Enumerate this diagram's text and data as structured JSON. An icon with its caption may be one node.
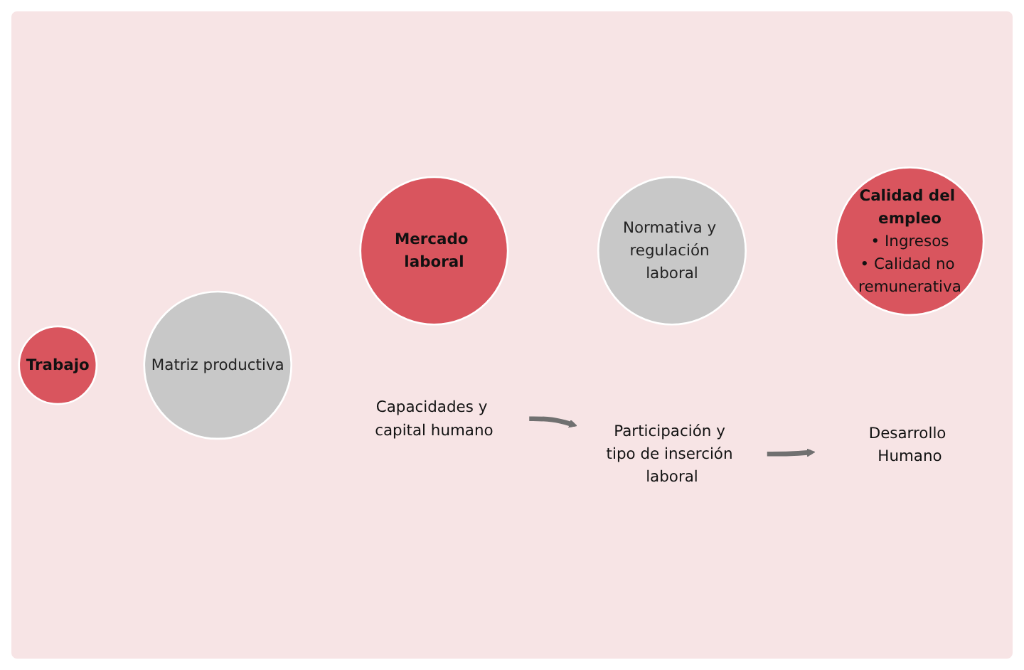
{
  "diagram": {
    "nodes": [
      {
        "text": [
          "Matriz productiva"
        ]
      },
      {
        "text": [
          "Normativa y regulación laboral"
        ]
      },
      {
        "text": [
          "Trabajo"
        ]
      },
      {
        "text": [
          "Mercado laboral"
        ]
      },
      {
        "text": [
          "Calidad del empleo",
          "• Ingresos",
          "• Calidad no remunerativa"
        ]
      },
      {
        "text": [
          "Capacidades y capital humano"
        ]
      },
      {
        "text": [
          "Participación y tipo de inserción laboral"
        ]
      },
      {
        "text": [
          "Desarrollo Humano"
        ]
      }
    ],
    "edges": [
      {
        "from": 5,
        "to": 6,
        "arrow": "to"
      },
      {
        "from": 6,
        "to": 7,
        "arrow": "to"
      }
    ]
  }
}
